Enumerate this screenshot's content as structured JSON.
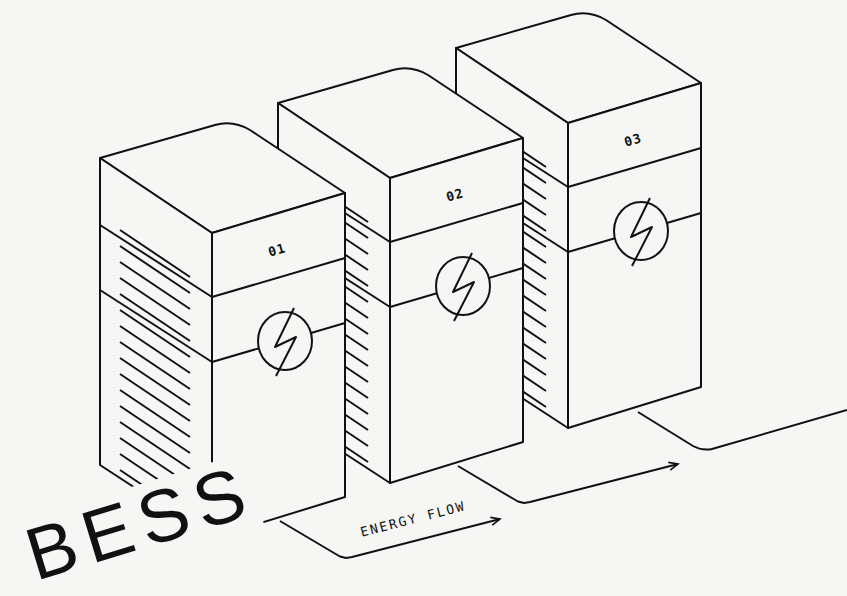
{
  "diagram": {
    "nodes": [
      {
        "text": [
          "01"
        ]
      },
      {
        "text": [
          "02"
        ]
      },
      {
        "text": [
          "03"
        ]
      }
    ],
    "edges": [
      {
        "from": 0,
        "to": 1,
        "label": "ENERGY FLOW",
        "arrow": "to"
      },
      {
        "from": 1,
        "to": 2,
        "arrow": "to"
      }
    ],
    "labels": [
      "BESS"
    ]
  }
}
